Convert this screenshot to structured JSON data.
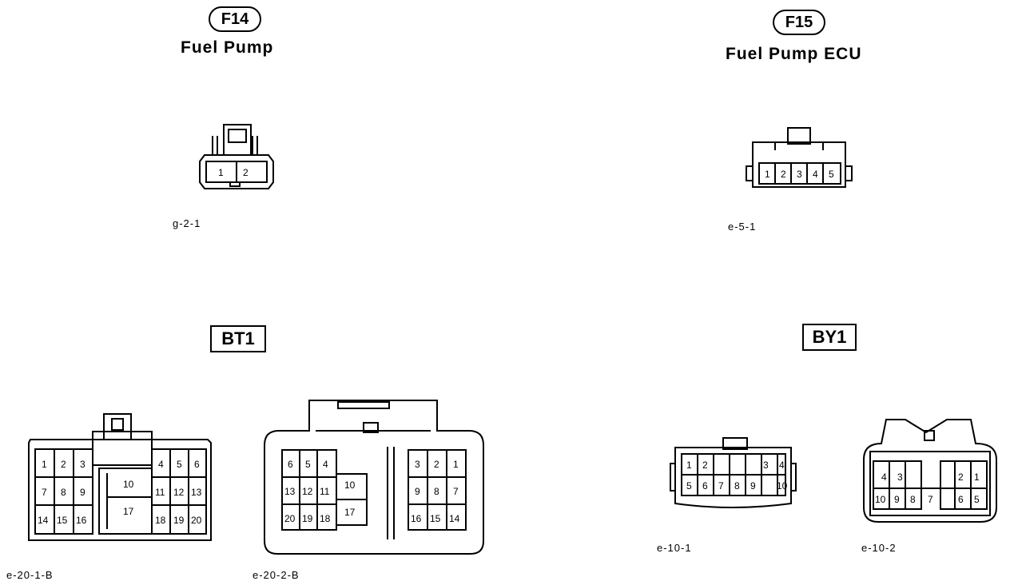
{
  "connectors": {
    "f14": {
      "code": "F14",
      "title": "Fuel Pump",
      "part": "g-2-1",
      "pins": [
        "1",
        "2"
      ]
    },
    "f15": {
      "code": "F15",
      "title": "Fuel Pump ECU",
      "part": "e-5-1",
      "pins": [
        "1",
        "2",
        "3",
        "4",
        "5"
      ]
    },
    "bt1": {
      "code": "BT1",
      "left": {
        "part": "e-20-1-B",
        "pins": [
          "1",
          "2",
          "3",
          "4",
          "5",
          "6",
          "7",
          "8",
          "9",
          "10",
          "11",
          "12",
          "13",
          "14",
          "15",
          "16",
          "17",
          "18",
          "19",
          "20"
        ]
      },
      "right": {
        "part": "e-20-2-B",
        "pins": [
          "6",
          "5",
          "4",
          "3",
          "2",
          "1",
          "13",
          "12",
          "11",
          "10",
          "9",
          "8",
          "7",
          "20",
          "19",
          "18",
          "17",
          "16",
          "15",
          "14"
        ]
      }
    },
    "by1": {
      "code": "BY1",
      "left": {
        "part": "e-10-1",
        "pins": [
          "1",
          "2",
          "3",
          "4",
          "5",
          "6",
          "7",
          "8",
          "9",
          "10"
        ]
      },
      "right": {
        "part": "e-10-2",
        "pins": [
          "4",
          "3",
          "2",
          "1",
          "10",
          "9",
          "8",
          "7",
          "6",
          "5"
        ]
      }
    }
  }
}
